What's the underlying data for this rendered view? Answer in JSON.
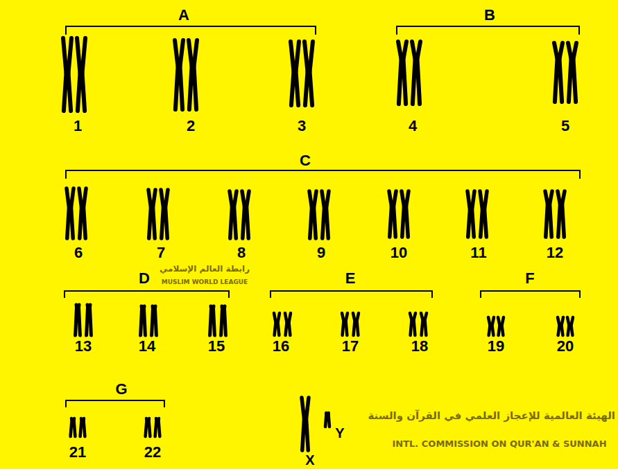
{
  "diagram": {
    "labels": [
      "A",
      "B",
      "1",
      "2",
      "3",
      "4",
      "5",
      "C",
      "6",
      "7",
      "8",
      "9",
      "10",
      "11",
      "12",
      "D",
      "E",
      "F",
      "13",
      "14",
      "15",
      "16",
      "17",
      "18",
      "19",
      "20",
      "G",
      "21",
      "22",
      "Y",
      "X",
      "الهيئة العالمية للإعجاز العلمي في القرآن والسنة",
      "رابطة العالم الإسلامي",
      "MUSLIM WORLD LEAGUE",
      "INTL. COMMISSION ON QUR'AN & SUNNAH"
    ]
  }
}
